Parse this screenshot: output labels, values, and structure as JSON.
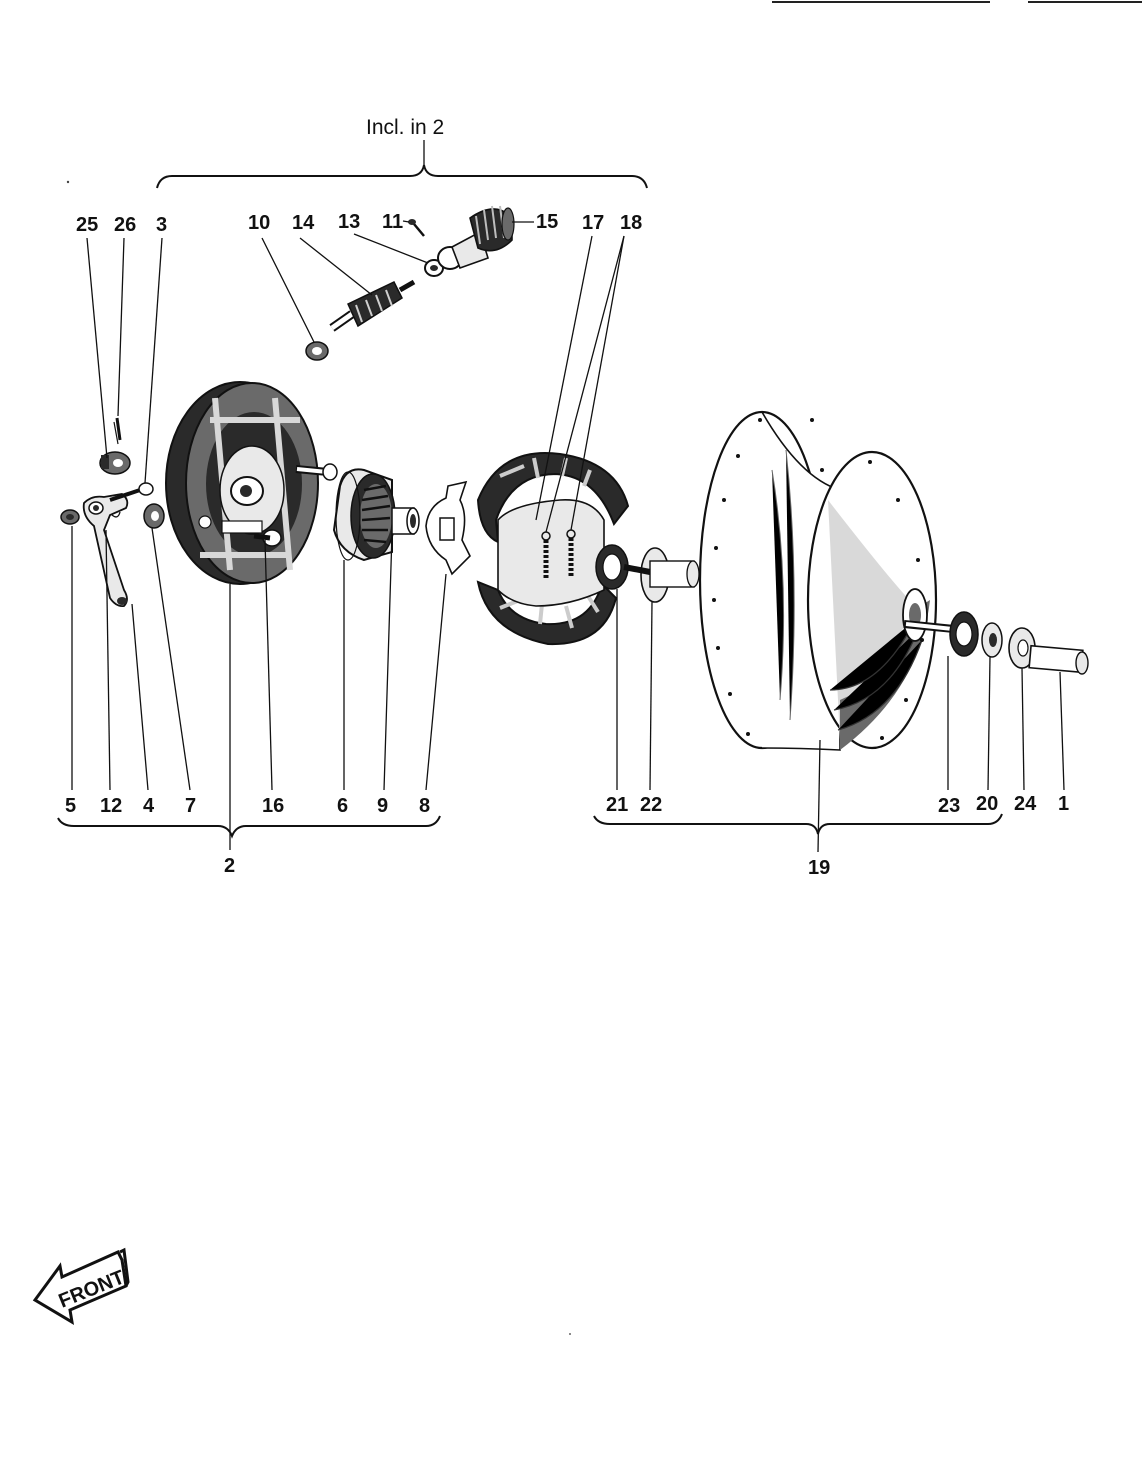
{
  "diagram": {
    "group_top_label": "Incl. in  2",
    "front_label": "FRONT",
    "callouts": [
      {
        "id": "c25",
        "text": "25"
      },
      {
        "id": "c26",
        "text": "26"
      },
      {
        "id": "c3",
        "text": "3"
      },
      {
        "id": "c10",
        "text": "10"
      },
      {
        "id": "c14",
        "text": "14"
      },
      {
        "id": "c13",
        "text": "13"
      },
      {
        "id": "c11",
        "text": "11"
      },
      {
        "id": "c15",
        "text": "15"
      },
      {
        "id": "c17",
        "text": "17"
      },
      {
        "id": "c18",
        "text": "18"
      },
      {
        "id": "c5",
        "text": "5"
      },
      {
        "id": "c12",
        "text": "12"
      },
      {
        "id": "c4",
        "text": "4"
      },
      {
        "id": "c7",
        "text": "7"
      },
      {
        "id": "c16",
        "text": "16"
      },
      {
        "id": "c6",
        "text": "6"
      },
      {
        "id": "c9",
        "text": "9"
      },
      {
        "id": "c8",
        "text": "8"
      },
      {
        "id": "c2",
        "text": "2"
      },
      {
        "id": "c21",
        "text": "21"
      },
      {
        "id": "c22",
        "text": "22"
      },
      {
        "id": "c23",
        "text": "23"
      },
      {
        "id": "c20",
        "text": "20"
      },
      {
        "id": "c24",
        "text": "24"
      },
      {
        "id": "c1",
        "text": "1"
      },
      {
        "id": "c19",
        "text": "19"
      }
    ]
  }
}
